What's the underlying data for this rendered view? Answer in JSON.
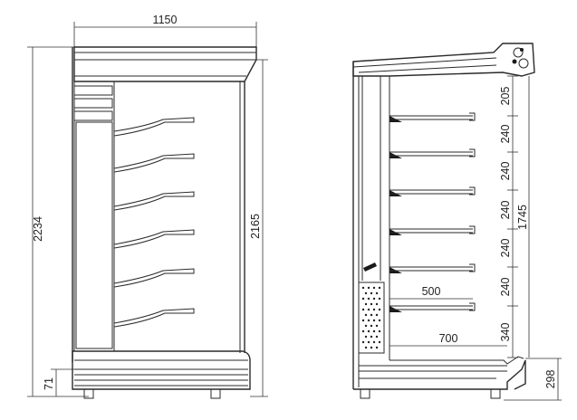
{
  "front_view": {
    "width_label": "1150",
    "total_height_label": "2234",
    "inner_height_label": "2165",
    "base_height_label": "71"
  },
  "side_view": {
    "shelf_spacing_labels": [
      "205",
      "240",
      "240",
      "240",
      "240",
      "240",
      "340"
    ],
    "shelf_zone_label": "1745",
    "shelf_depth_label": "500",
    "base_depth_label": "700",
    "plinth_height_label": "298"
  },
  "colors": {
    "line": "#2a2a2a",
    "background": "#ffffff"
  }
}
